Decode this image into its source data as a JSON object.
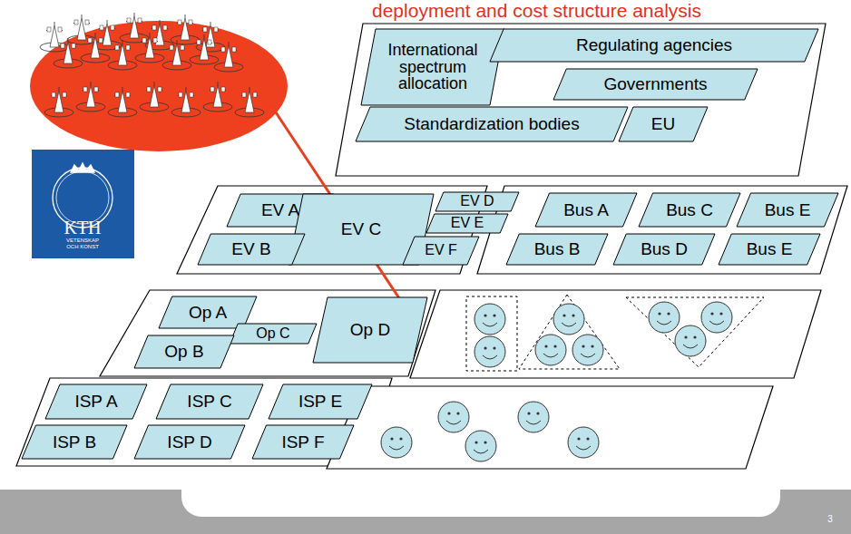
{
  "diagram": {
    "title": "deployment and cost structure analysis",
    "nodes": [
      {
        "text": [
          "International spectrum allocation"
        ]
      },
      {
        "text": [
          "Regulating agencies"
        ]
      },
      {
        "text": [
          "Governments"
        ]
      },
      {
        "text": [
          "Standardization bodies"
        ]
      },
      {
        "text": [
          "EU"
        ]
      },
      {
        "text": [
          "EV A"
        ]
      },
      {
        "text": [
          "EV C"
        ]
      },
      {
        "text": [
          "EV D"
        ]
      },
      {
        "text": [
          "EV E"
        ]
      },
      {
        "text": [
          "EV B"
        ]
      },
      {
        "text": [
          "EV F"
        ]
      },
      {
        "text": [
          "Bus A"
        ]
      },
      {
        "text": [
          "Bus C"
        ]
      },
      {
        "text": [
          "Bus E"
        ]
      },
      {
        "text": [
          "Bus B"
        ]
      },
      {
        "text": [
          "Bus D"
        ]
      },
      {
        "text": [
          "Bus E"
        ]
      },
      {
        "text": [
          "Op A"
        ]
      },
      {
        "text": [
          "Op C"
        ]
      },
      {
        "text": [
          "Op D"
        ]
      },
      {
        "text": [
          "Op B"
        ]
      },
      {
        "text": [
          "ISP A"
        ]
      },
      {
        "text": [
          "ISP C"
        ]
      },
      {
        "text": [
          "ISP E"
        ]
      },
      {
        "text": [
          "ISP B"
        ]
      },
      {
        "text": [
          "ISP D"
        ]
      },
      {
        "text": [
          "ISP F"
        ]
      }
    ],
    "labels": [
      "KTH",
      "VETENSKAP OCH KONST",
      "3"
    ]
  }
}
